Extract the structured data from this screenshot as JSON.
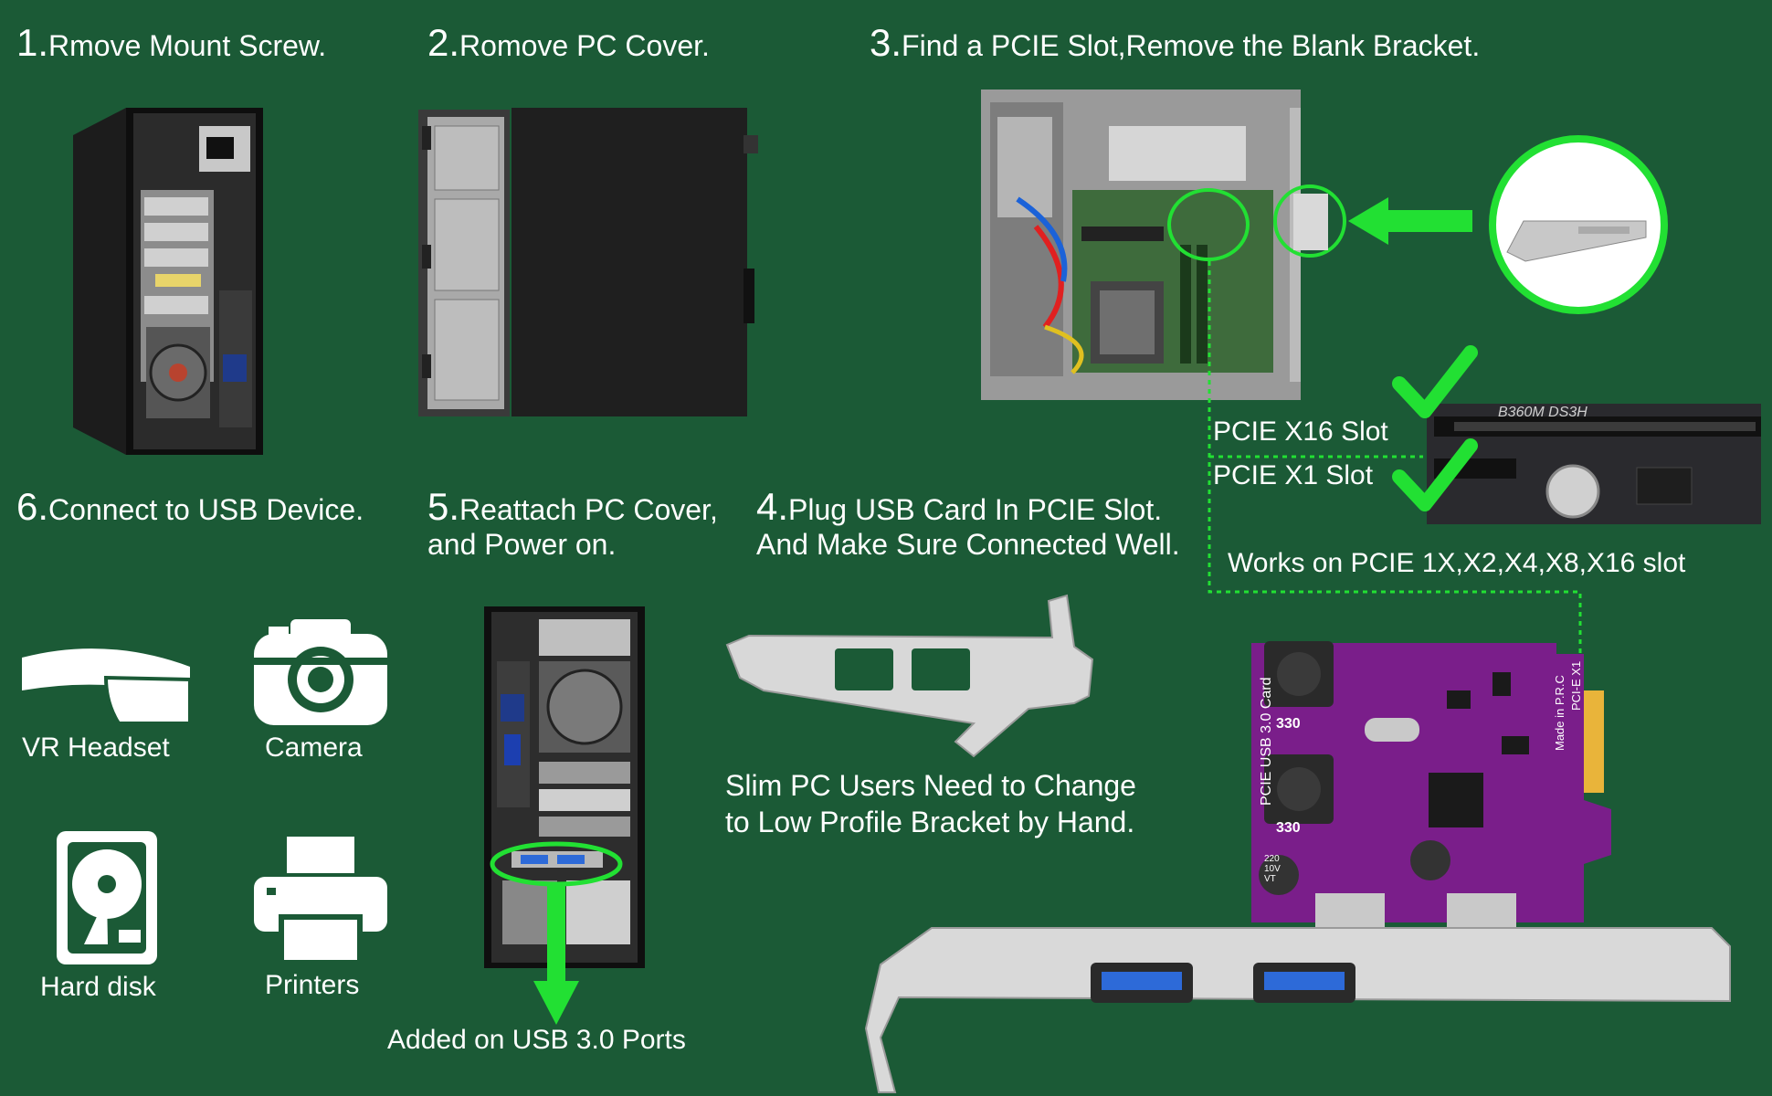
{
  "steps": [
    {
      "num": "1.",
      "text": "Rmove Mount Screw."
    },
    {
      "num": "2.",
      "text": "Romove PC Cover."
    },
    {
      "num": "3.",
      "text": "Find a PCIE Slot,Remove the Blank Bracket."
    },
    {
      "num": "4.",
      "line1": "Plug USB Card In PCIE Slot.",
      "line2": "And Make Sure Connected Well."
    },
    {
      "num": "5.",
      "line1": "Reattach PC Cover,",
      "line2": "and Power on."
    },
    {
      "num": "6.",
      "text": "Connect to USB Device."
    }
  ],
  "slots": {
    "x16": "PCIE X16 Slot",
    "x1": "PCIE X1 Slot",
    "works": "Works on PCIE 1X,X2,X4,X8,X16 slot",
    "board_label": "B360M DS3H"
  },
  "bracket_note": {
    "line1": "Slim PC Users Need to Change",
    "line2": "to Low Profile Bracket by Hand."
  },
  "added_ports": "Added on USB 3.0 Ports",
  "devices": [
    "VR Headset",
    "Camera",
    "Hard disk",
    "Printers"
  ],
  "card_text": {
    "usb_card": "PCIE USB 3.0 Card",
    "made": "Made in P.R.C",
    "slot": "PCI-E X1",
    "cap1": "220 10V VT",
    "inductor": "330"
  },
  "colors": {
    "background": "#1b5a36",
    "highlight": "#22e033",
    "card": "#7a1e8a"
  }
}
